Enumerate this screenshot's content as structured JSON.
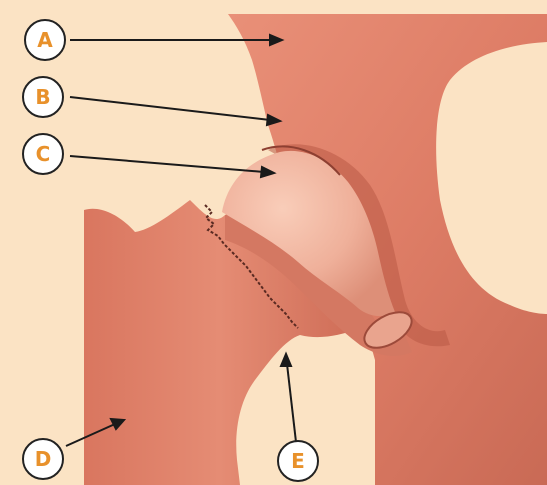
{
  "accent_color": "#e8912b",
  "bone_color": "#e0806a",
  "background_color": "#fbe3c4",
  "labels": [
    {
      "id": "A",
      "text": "A"
    },
    {
      "id": "B",
      "text": "B"
    },
    {
      "id": "C",
      "text": "C"
    },
    {
      "id": "D",
      "text": "D"
    },
    {
      "id": "E",
      "text": "E"
    }
  ]
}
